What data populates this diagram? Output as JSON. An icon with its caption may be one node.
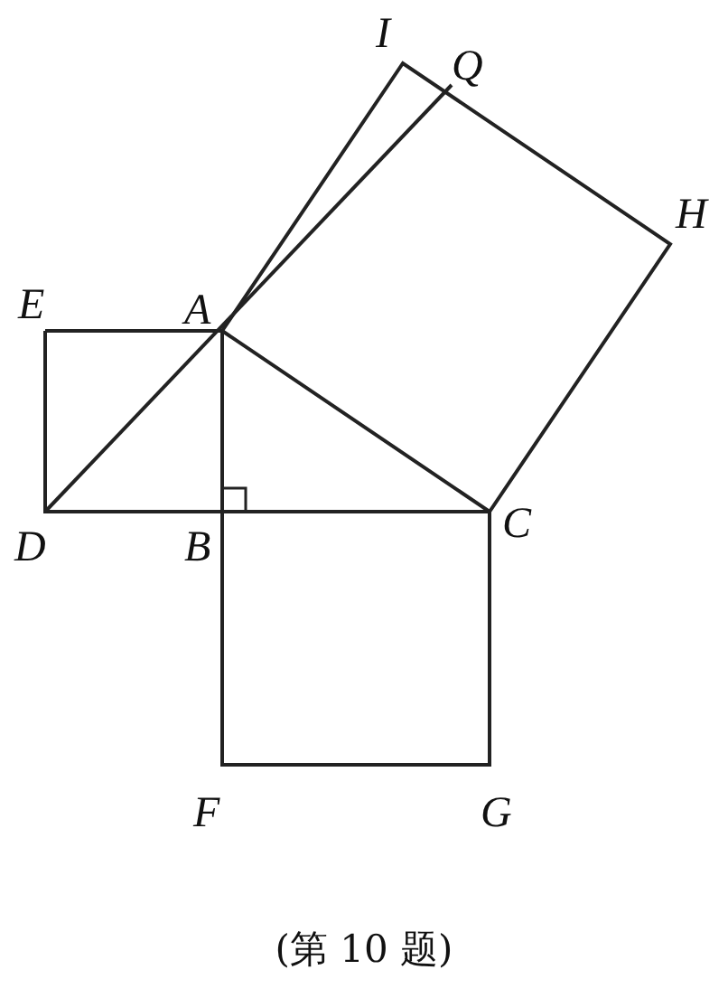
{
  "diagram": {
    "caption": "(第 10 题)",
    "labels": [
      "I",
      "Q",
      "H",
      "E",
      "A",
      "D",
      "B",
      "C",
      "F",
      "G"
    ]
  }
}
